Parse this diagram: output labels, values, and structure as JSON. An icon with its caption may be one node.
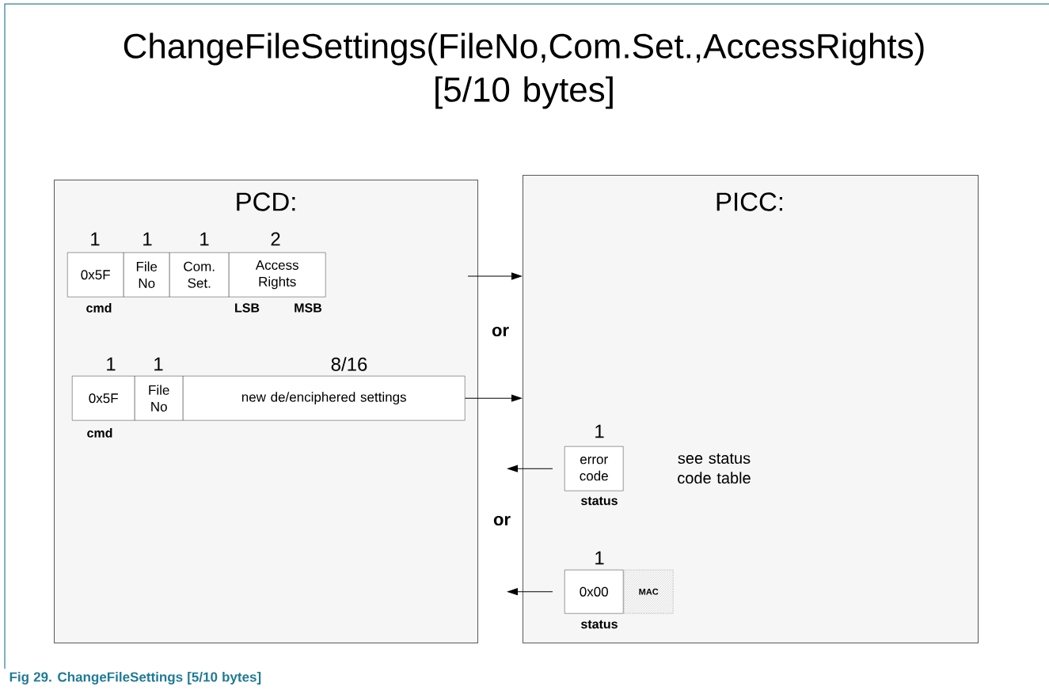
{
  "diagram": {
    "title": "ChangeFileSettings(FileNo,Com.Set.,AccessRights) [5/10 bytes]",
    "caption": "Fig 29. ChangeFileSettings [5/10 bytes]",
    "nodes": [
      {
        "text": [
          "PCD:"
        ]
      },
      {
        "text": [
          "PICC:"
        ]
      },
      {
        "text": [
          "0x5F"
        ],
        "in": 0,
        "beside": [
          "1",
          "cmd"
        ]
      },
      {
        "text": [
          "File No"
        ],
        "in": 0,
        "beside": [
          "1"
        ]
      },
      {
        "text": [
          "Com. Set."
        ],
        "in": 0,
        "beside": [
          "1"
        ]
      },
      {
        "text": [
          "Access Rights"
        ],
        "in": 0,
        "beside": [
          "2",
          "LSB",
          "MSB"
        ]
      },
      {
        "text": [
          "0x5F"
        ],
        "in": 0,
        "beside": [
          "1",
          "cmd"
        ]
      },
      {
        "text": [
          "File No"
        ],
        "in": 0,
        "beside": [
          "1"
        ]
      },
      {
        "text": [
          "new de/enciphered settings"
        ],
        "in": 0,
        "beside": [
          "8/16"
        ]
      },
      {
        "text": [
          "error code"
        ],
        "in": 1,
        "beside": [
          "1",
          "status"
        ]
      },
      {
        "text": [
          "0x00"
        ],
        "in": 1,
        "beside": [
          "1",
          "status"
        ]
      },
      {
        "text": [
          "MAC"
        ],
        "in": 1
      }
    ],
    "edges": [
      {
        "from": 0,
        "to": 1,
        "arrow": "to"
      },
      {
        "from": 8,
        "to": 1,
        "arrow": "to"
      },
      {
        "from": 9,
        "to": null,
        "arrow": "to"
      },
      {
        "from": 10,
        "to": null,
        "arrow": "to"
      }
    ],
    "labels": [
      "or",
      "see status code table",
      "or"
    ]
  }
}
